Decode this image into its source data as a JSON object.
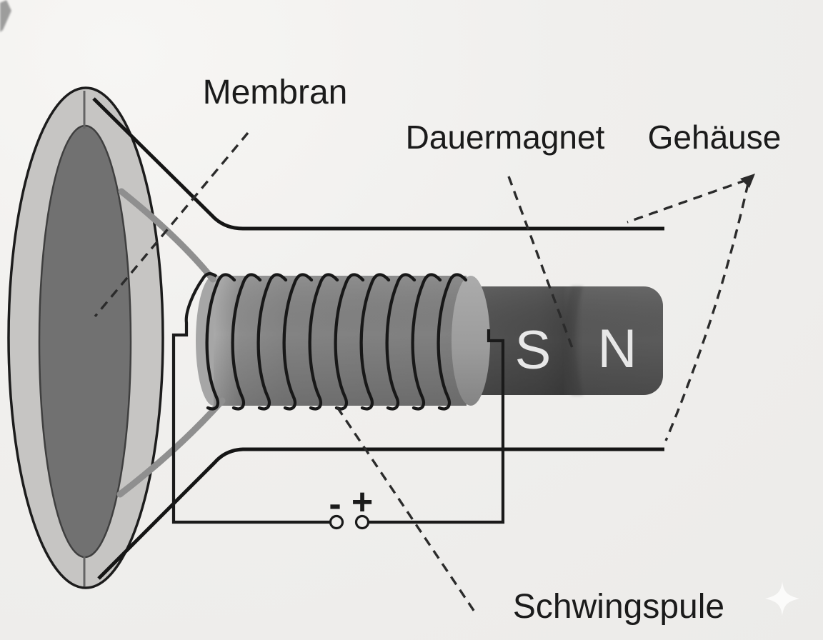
{
  "diagram_labels": {
    "membrane": "Membran",
    "permanent_magnet": "Dauermagnet",
    "housing": "Gehäuse",
    "voice_coil": "Schwingspule"
  },
  "magnet": {
    "south_pole": "S",
    "north_pole": "N"
  },
  "terminals": {
    "negative": "-",
    "positive": "+"
  },
  "colors": {
    "background": "#efeeec",
    "line": "#1a1a1a",
    "cone_rim": "#c6c5c3",
    "cone_inner": "#717171",
    "coil_body": "#828282",
    "coil_cap": "#a0a0a0",
    "magnet_dark": "#4a4a4a",
    "magnet_light": "#595959",
    "pole_text": "#e7e7e7",
    "leader_dash": "#2b2b2b",
    "surround_gray": "#8f8f8f",
    "sparkle": "#fbfbfa"
  }
}
